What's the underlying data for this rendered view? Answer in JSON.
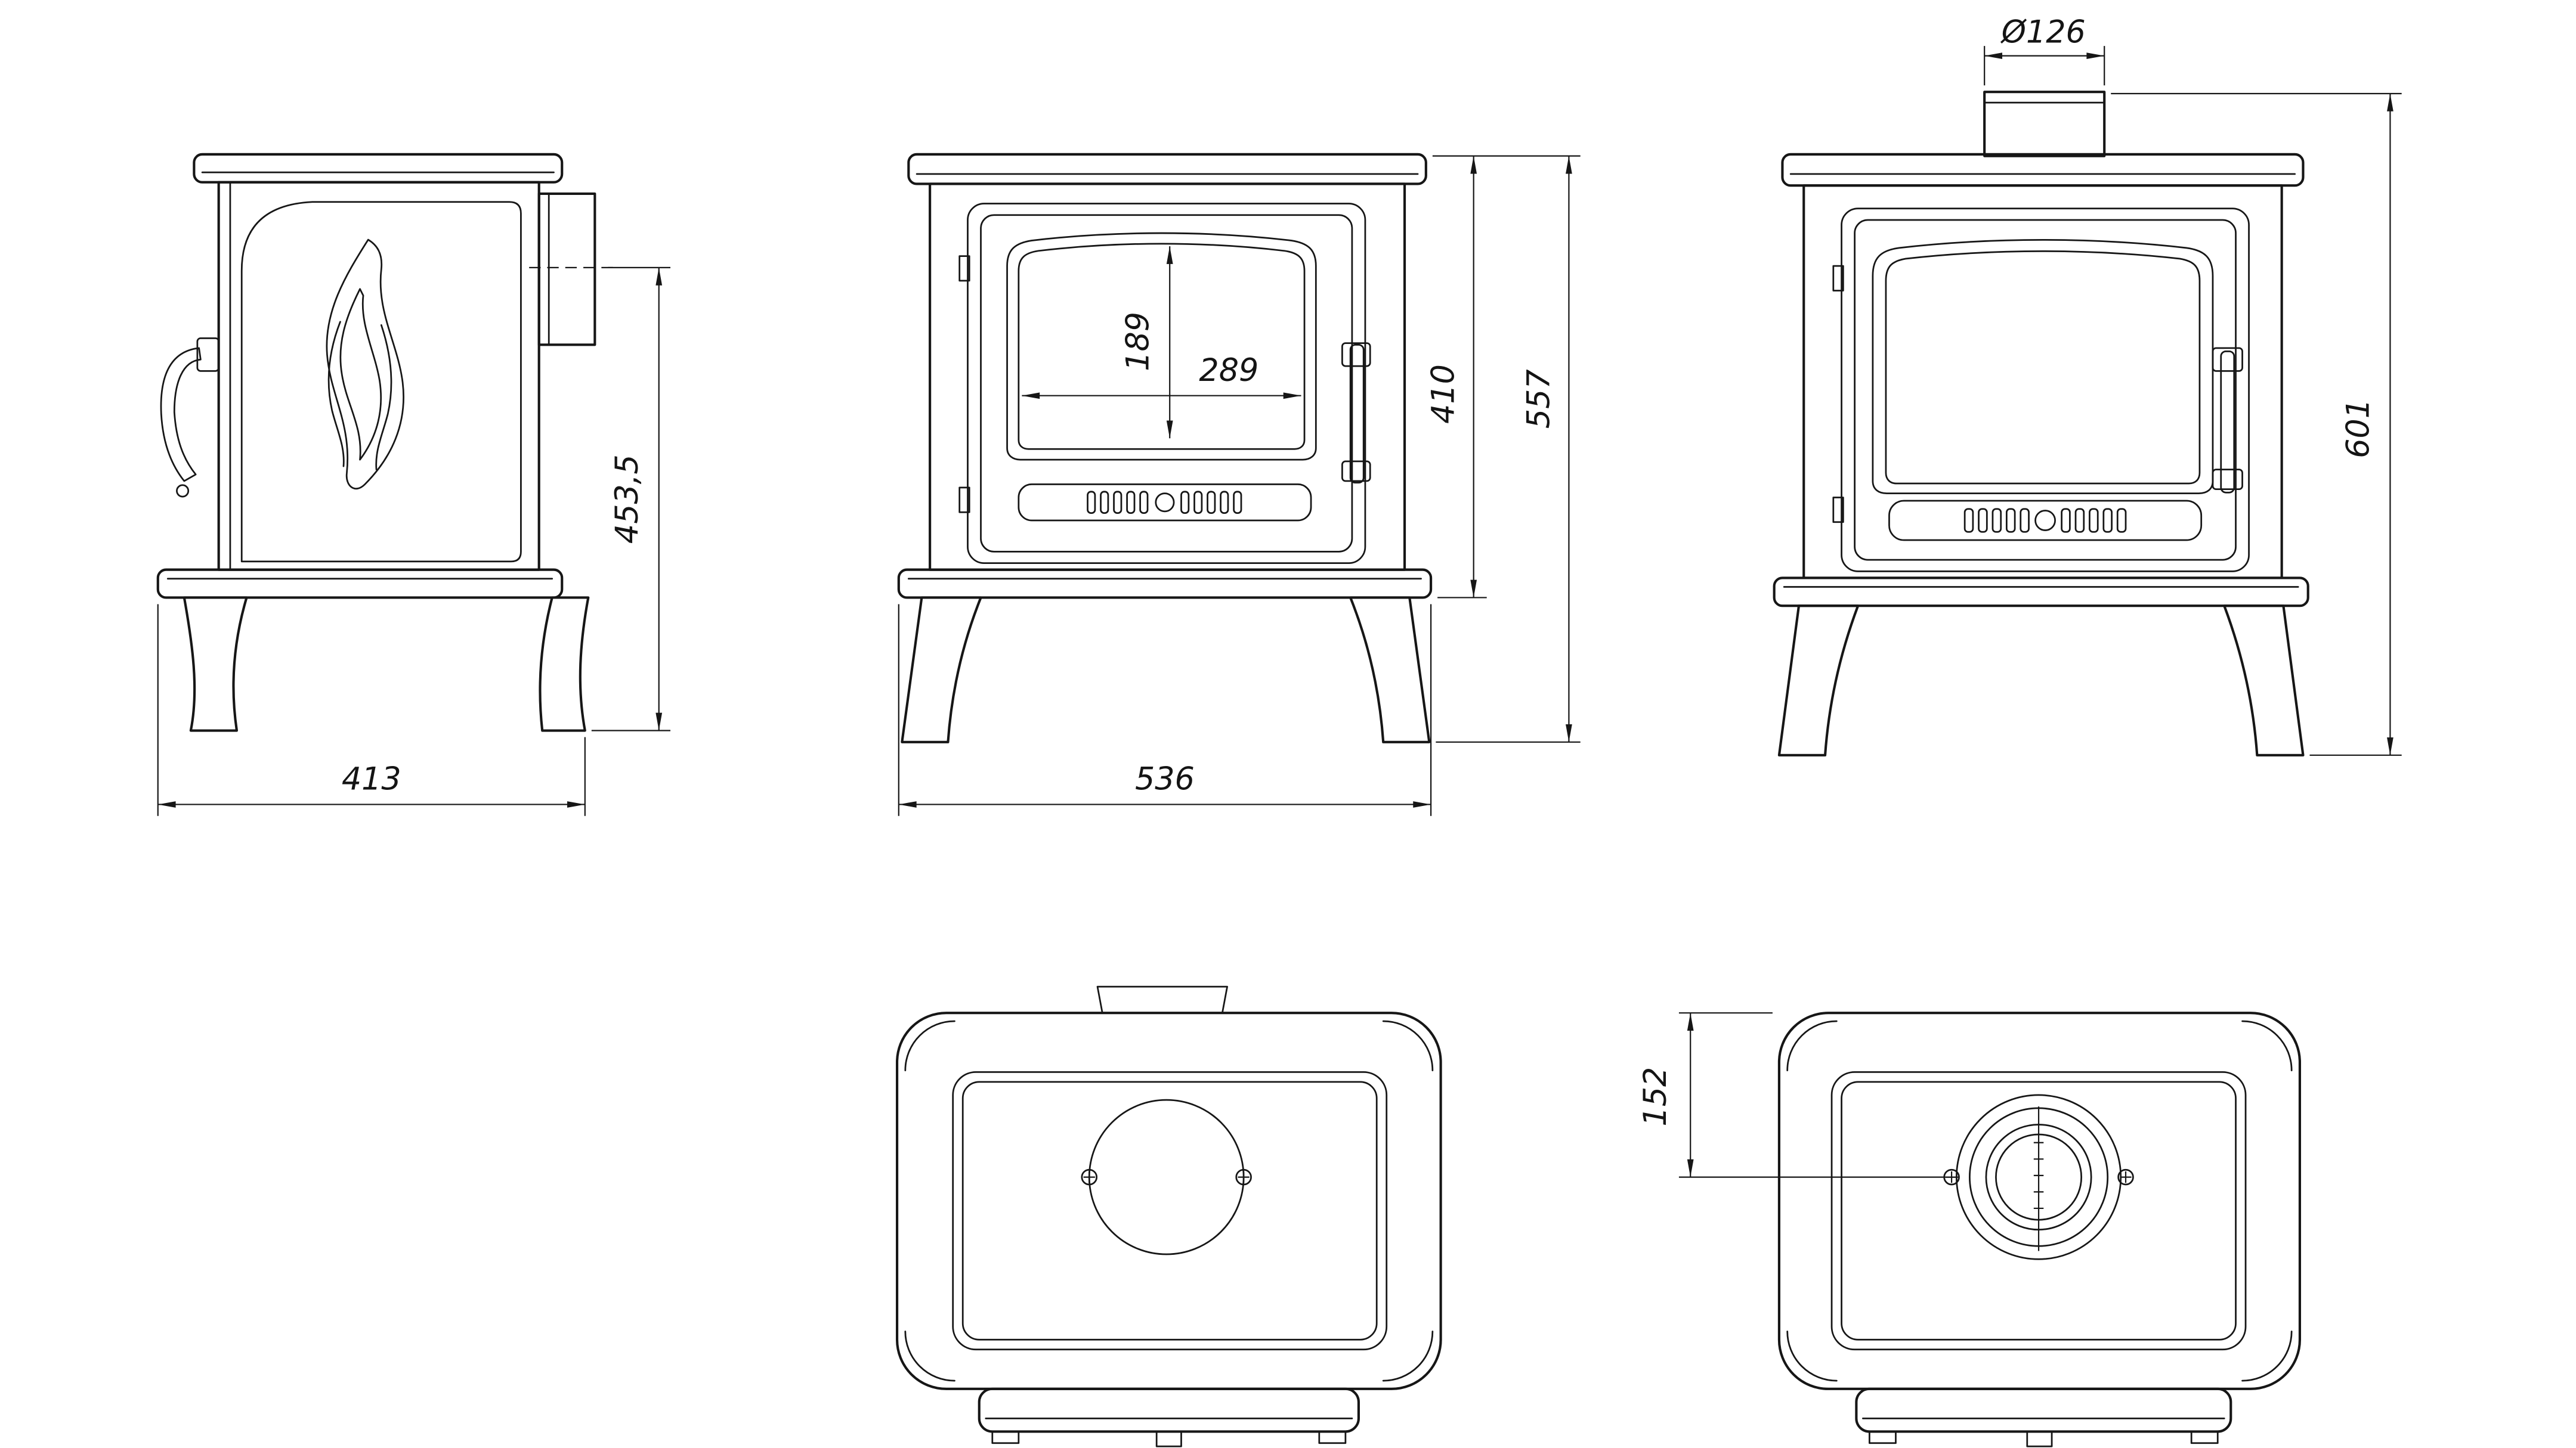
{
  "colors": {
    "background": "#ffffff",
    "line": "#161616",
    "text": "#141414"
  },
  "dimension_labels": {
    "flue_center_height": "453,5",
    "depth": "413",
    "glass_height": "189",
    "glass_width": "289",
    "body_height": "410",
    "overall_height": "557",
    "overall_width": "536",
    "flue_diameter": "Ø126",
    "overall_height_with_flue": "601",
    "flue_center_from_back": "152"
  }
}
